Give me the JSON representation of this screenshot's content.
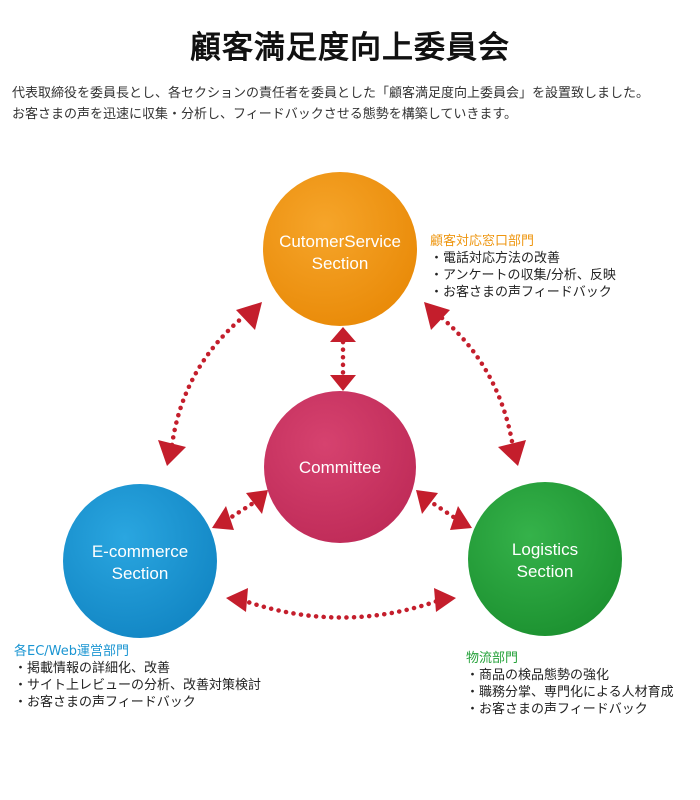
{
  "title": "顧客満足度向上委員会",
  "intro": [
    "代表取締役を委員長とし、各セクションの責任者を委員とした「顧客満足度向上委員会」を設置致しました。",
    "お客さまの声を迅速に収集・分析し、フィードバックさせる態勢を構築していきます。"
  ],
  "colors": {
    "customer_service": "#ee9610",
    "committee": "#c83261",
    "ecommerce": "#1a95d2",
    "logistics": "#26a23b",
    "arrow": "#c41e2c"
  },
  "circles": {
    "customer_service": {
      "lines": [
        "CutomerService",
        "Section"
      ]
    },
    "committee": {
      "lines": [
        "Committee"
      ]
    },
    "ecommerce": {
      "lines": [
        "E-commerce",
        "Section"
      ]
    },
    "logistics": {
      "lines": [
        "Logistics",
        "Section"
      ]
    }
  },
  "departments": {
    "customer_service": {
      "title": "顧客対応窓口部門",
      "items": [
        "・電話対応方法の改善",
        "・アンケートの収集/分析、反映",
        "・お客さまの声フィードバック"
      ]
    },
    "ecommerce": {
      "title": "各EC/Web運営部門",
      "items": [
        "・掲載情報の詳細化、改善",
        "・サイト上レビューの分析、改善対策検討",
        "・お客さまの声フィードバック"
      ]
    },
    "logistics": {
      "title": "物流部門",
      "items": [
        "・商品の検品態勢の強化",
        "・職務分掌、専門化による人材育成",
        "・お客さまの声フィードバック"
      ]
    }
  }
}
